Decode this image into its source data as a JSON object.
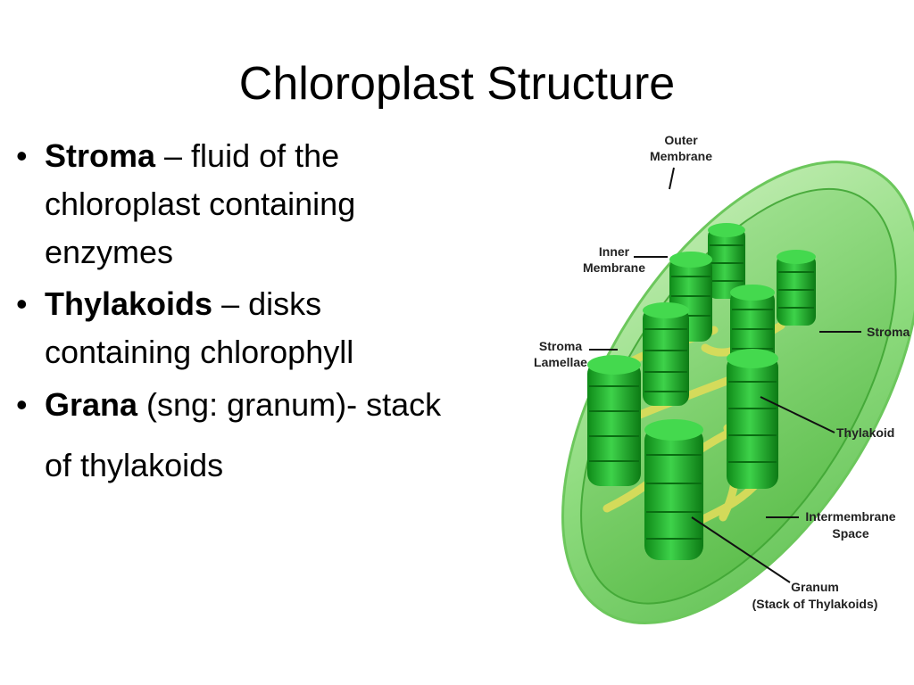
{
  "title": "Chloroplast Structure",
  "bullets": [
    {
      "term": "Stroma",
      "text": " – fluid of the chloroplast containing enzymes"
    },
    {
      "term": "Thylakoids",
      "text": " – disks containing chlorophyll"
    },
    {
      "term": "Grana",
      "text": " (sng: granum)- stack of thylakoids"
    }
  ],
  "bullet_glyph": "•",
  "diagram": {
    "labels": {
      "outer_membrane_1": "Outer",
      "outer_membrane_2": "Membrane",
      "inner_membrane_1": "Inner",
      "inner_membrane_2": "Membrane",
      "stroma": "Stroma",
      "stroma_lamellae_1": "Stroma",
      "stroma_lamellae_2": "Lamellae",
      "thylakoid": "Thylakoid",
      "intermembrane_1": "Intermembrane",
      "intermembrane_2": "Space",
      "granum_1": "Granum",
      "granum_2": "(Stack of Thylakoids)"
    },
    "colors": {
      "outer": "#8fdc7f",
      "inner": "#5ec44a",
      "granum": "#22b323",
      "granum_dark": "#0e8a18",
      "lamellae": "#d9dc5a"
    }
  }
}
